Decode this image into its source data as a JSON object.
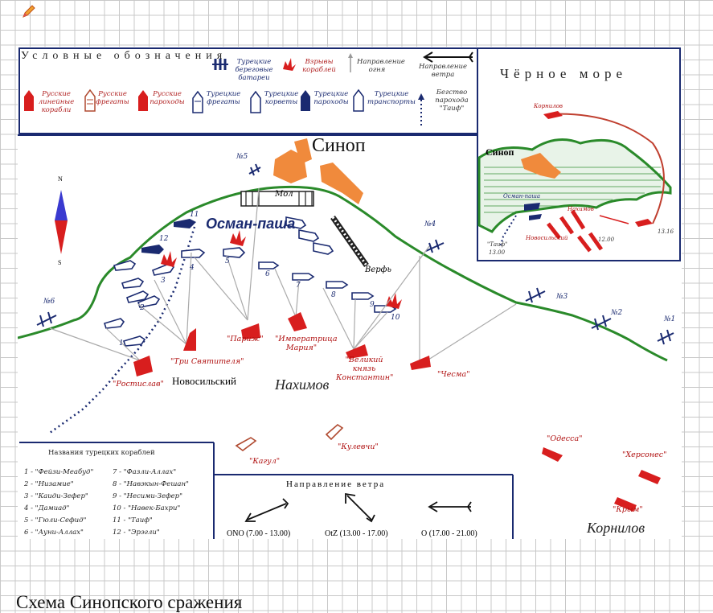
{
  "legend": {
    "title": "Условные обозначения",
    "items": {
      "batteries": "Турецкие береговые батареи",
      "explosions": "Взрывы кораблей",
      "fire_direction": "Направление огня",
      "wind_direction": "Направление ветра",
      "ru_battleships": "Русские линейные корабли",
      "ru_frigates": "Русские фрегаты",
      "ru_steamers": "Русские пароходы",
      "tr_frigates": "Турецкие фрегаты",
      "tr_corvettes": "Турецкие корветы",
      "tr_steamers": "Турецкие пароходы",
      "tr_transports": "Турецкие транспорты",
      "taif_escape": "Бегство парохода \"Таиф\""
    }
  },
  "inset": {
    "title": "Чёрное море",
    "sinop": "Синоп",
    "kornilov": "Корнилов",
    "osman": "Осман-паша",
    "nakhimov": "Нахимов",
    "novosilsky": "Новосильский",
    "taif": "\"Таиф\"",
    "t1": "13.00",
    "t2": "13.16",
    "t3": "12.00"
  },
  "map": {
    "city": "Синоп",
    "mol": "Мол",
    "verf": "Верфь",
    "osman_pasha": "Осман-паша",
    "nakhimov": "Нахимов",
    "novosilsky": "Новосильский",
    "kornilov": "Корнилов",
    "batteries": [
      "№1",
      "№2",
      "№3",
      "№4",
      "№5",
      "№6"
    ],
    "turkish_numbers": [
      "1",
      "2",
      "3",
      "4",
      "5",
      "6",
      "7",
      "8",
      "9",
      "10",
      "11",
      "12"
    ],
    "russian_ships": [
      "\"Ростислав\"",
      "\"Три Святителя\"",
      "\"Париж\"",
      "\"Императрица Мария\"",
      "\"Великий князь Константин\"",
      "\"Чесма\"",
      "\"Кагул\"",
      "\"Кулевчи\"",
      "\"Одесса\"",
      "\"Херсонес\"",
      "\"Крым\""
    ],
    "compass_n": "N",
    "compass_s": "S"
  },
  "ship_list": {
    "title": "Названия турецких кораблей",
    "left": [
      "1 - \"Фейзи-Меабуд\"",
      "2 - \"Низамие\"",
      "3 - \"Каиди-Зефер\"",
      "4 - \"Дамиад\"",
      "5 - \"Гюли-Сефид\"",
      "6 - \"Ауни-Аллах\""
    ],
    "right": [
      "7 - \"Фазли-Аллах\"",
      "8 - \"Навэкын-Фешан\"",
      "9 - \"Несими-Зефер\"",
      "10 - \"Навек-Бахри\"",
      "11 - \"Таиф\"",
      "12 - \"Эрэгли\""
    ]
  },
  "wind_panel": {
    "title": "Направление ветра",
    "items": [
      "ONO (7.00 - 13.00)",
      "OtZ (13.00 - 17.00)",
      "O (17.00 - 21.00)"
    ]
  },
  "caption": "Схема Синопского сражения",
  "colors": {
    "russian": "#d81e1e",
    "turkish": "#1a2a70",
    "coast": "#2a8a2a",
    "city": "#f08a3c"
  },
  "icons": [
    "pencil-icon",
    "compass-icon",
    "battery-icon",
    "explosion-icon",
    "arrow-icon"
  ]
}
